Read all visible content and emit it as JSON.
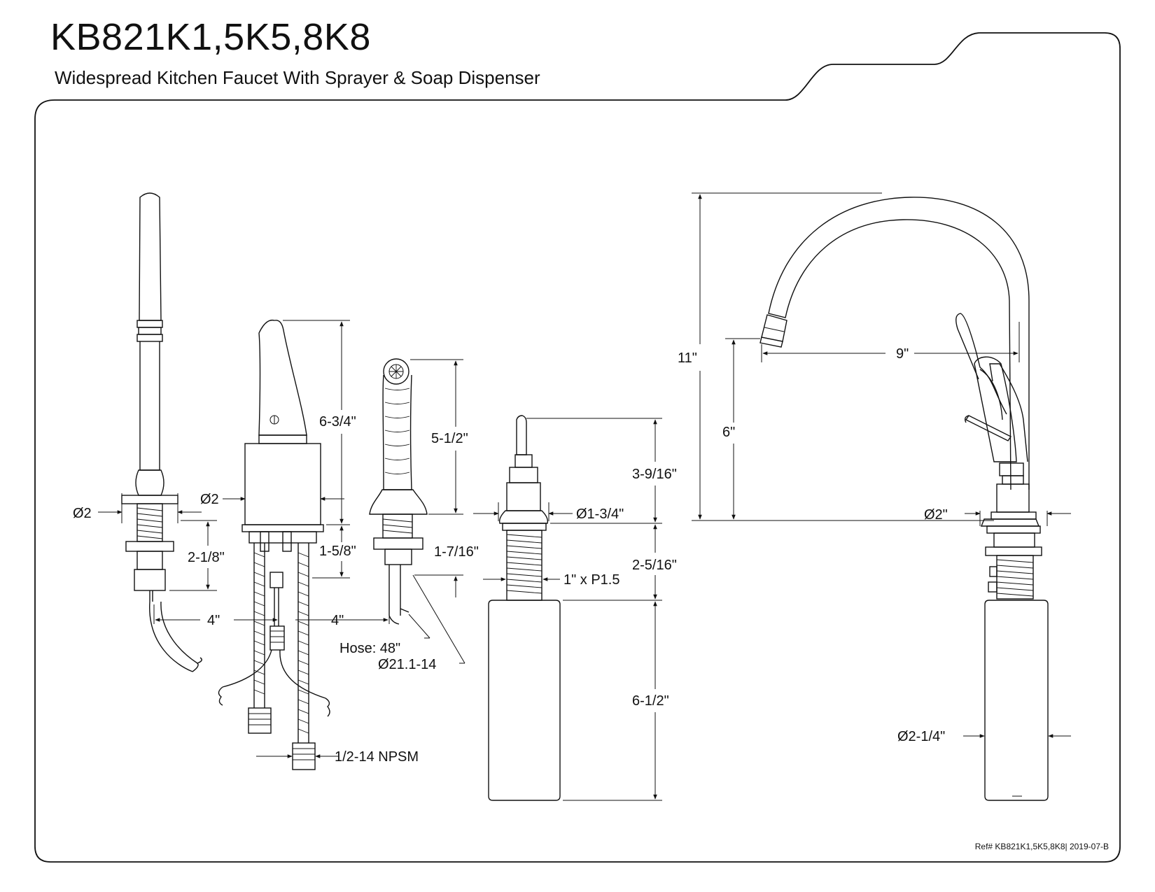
{
  "title": "KB821K1,5K5,8K8",
  "subtitle": "Widespread Kitchen Faucet With Sprayer & Soap Dispenser",
  "reference": "Ref# KB821K1,5K5,8K8| 2019-07-B",
  "dimensions": {
    "valve_diameter": "Ø2",
    "valve_shank_height": "2-1/8\"",
    "spacing_left": "4\"",
    "spacing_right": "4\"",
    "handle_diameter": "Ø2",
    "handle_height": "6-3/4\"",
    "handle_shank": "1-5/8\"",
    "supply_thread": "1/2-14 NPSM",
    "sprayer_height": "5-1/2\"",
    "sprayer_shank": "1-7/16\"",
    "hose_length": "Hose: 48\"",
    "sprayer_thread": "Ø21.1-14",
    "soap_height": "3-9/16\"",
    "soap_diameter": "Ø1-3/4\"",
    "soap_shank": "2-5/16\"",
    "soap_thread": "1\" x P1.5",
    "soap_bottle": "6-1/2\"",
    "faucet_total_height": "11\"",
    "spout_height": "6\"",
    "spout_reach": "9\"",
    "faucet_diameter": "Ø2\"",
    "faucet_bottle_diameter": "Ø2-1/4\""
  }
}
